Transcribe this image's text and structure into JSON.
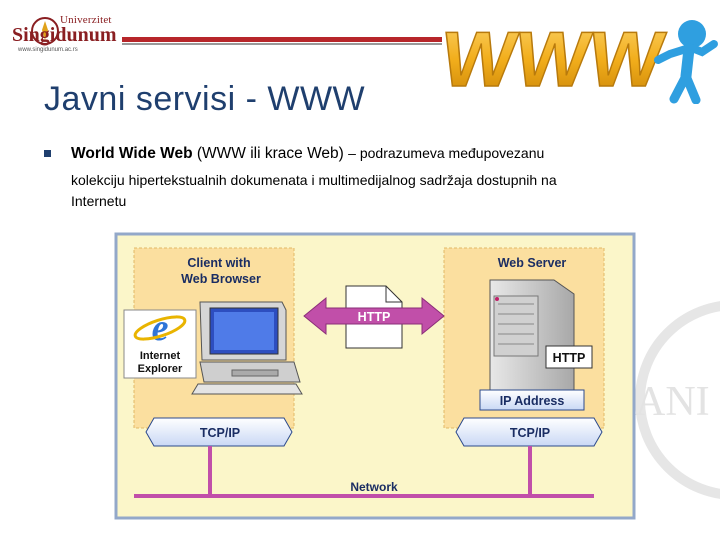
{
  "logo": {
    "university": "Univerzitet",
    "name": "Singidunum",
    "url": "www.singidunum.ac.rs"
  },
  "title": "Javni servisi - WWW",
  "bullet": {
    "strong": "World Wide Web",
    "mid": " (WWW ili krace Web) ",
    "rest": "– podrazumeva međupovezanu",
    "line2": "kolekciju hipertekstualnih dokumenata i multimedijalnog sadržaja dostupnih na",
    "line3": "Internetu"
  },
  "banner": {
    "text": "WWW"
  },
  "diagram": {
    "client_label_1": "Client with",
    "client_label_2": "Web Browser",
    "server_label": "Web Server",
    "http_center": "HTTP",
    "http_server": "HTTP",
    "ip_address": "IP Address",
    "tcp_left": "TCP/IP",
    "tcp_right": "TCP/IP",
    "network": "Network",
    "ie_line1": "Internet",
    "ie_line2": "Explorer"
  },
  "watermark": {
    "text": "ANI"
  },
  "colors": {
    "title": "#1f3f6e",
    "accent_red": "#b7262a",
    "diagram_bg": "#fbf6c9",
    "arrow_pink": "#c14fa9"
  }
}
